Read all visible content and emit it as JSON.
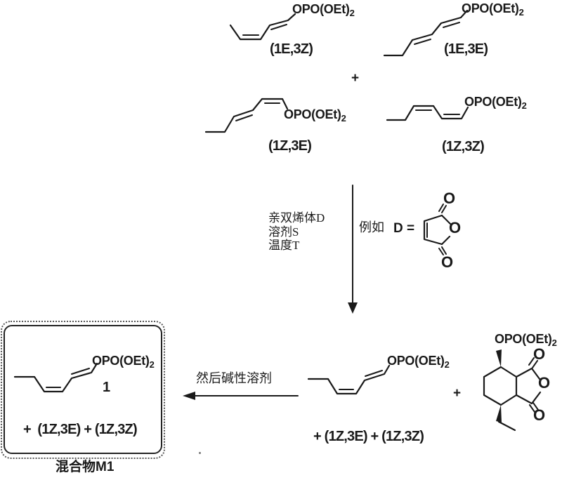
{
  "palette": {
    "ink": "#1a1a1a",
    "paper": "#ffffff"
  },
  "labels": {
    "opo_main": "OPO(OEt)",
    "opo_sub": "2",
    "oxygen": "O",
    "plus": "+",
    "iso_1e3z": "(1E,3Z)",
    "iso_1e3e": "(1E,3E)",
    "iso_1z3e": "(1Z,3E)",
    "iso_1z3z": "(1Z,3Z)",
    "compound_1": "1",
    "box_sum": "+  (1Z,3E) + (1Z,3Z)",
    "mid_sum": "+ (1Z,3E) + (1Z,3Z)",
    "mixture_prefix": "混合物",
    "mixture_code": "M1"
  },
  "reaction": {
    "conditions": [
      "亲双烯体D",
      "溶剂S",
      "温度T"
    ],
    "example_prefix": "例如",
    "example_formula": "D =",
    "step2": "然后碱性溶剂"
  }
}
